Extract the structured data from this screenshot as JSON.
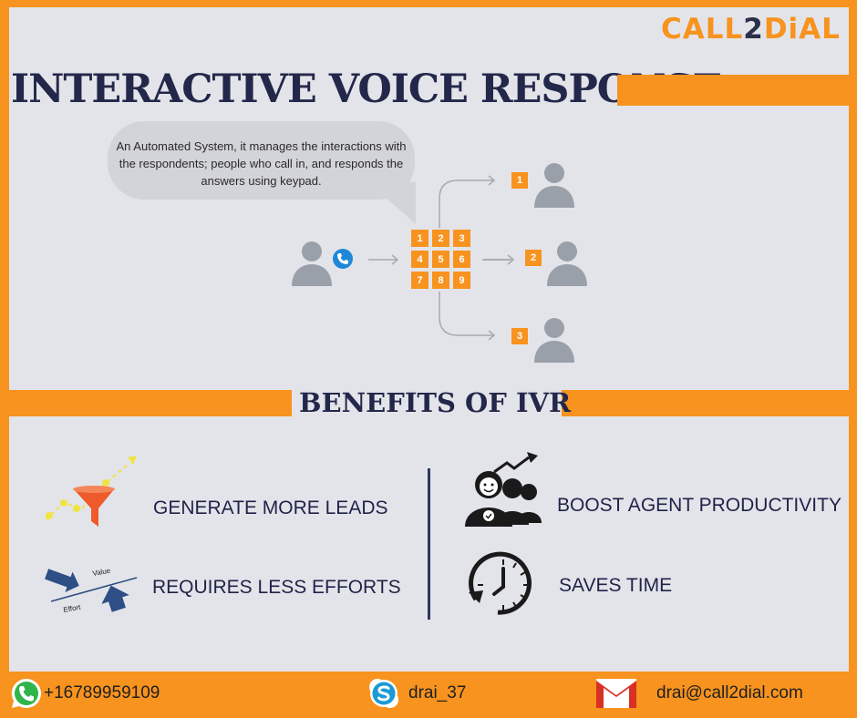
{
  "brand": {
    "logo_prefix": "CALL",
    "logo_digit": "2",
    "logo_suffix": "DiAL"
  },
  "title": "INTERACTIVE VOICE RESPONSE",
  "bubble_text": "An Automated System, it manages the interactions with the respondents; people who call in, and responds the answers using keypad.",
  "keypad": [
    "1",
    "2",
    "3",
    "4",
    "5",
    "6",
    "7",
    "8",
    "9"
  ],
  "routes": [
    "1",
    "2",
    "3"
  ],
  "benefits_title": "BENEFITS OF IVR",
  "benefits": {
    "leads": "GENERATE MORE LEADS",
    "efforts": "REQUIRES LESS EFFORTS",
    "productivity": "BOOST AGENT PRODUCTIVITY",
    "time": "SAVES TIME"
  },
  "efforts_graphic": {
    "value_label": "Value",
    "effort_label": "Effort"
  },
  "contacts": {
    "whatsapp": "+16789959109",
    "skype": "drai_37",
    "email": "drai@call2dial.com"
  },
  "colors": {
    "accent": "#f7931e",
    "navy": "#23284a",
    "panel": "#e3e4ea"
  }
}
